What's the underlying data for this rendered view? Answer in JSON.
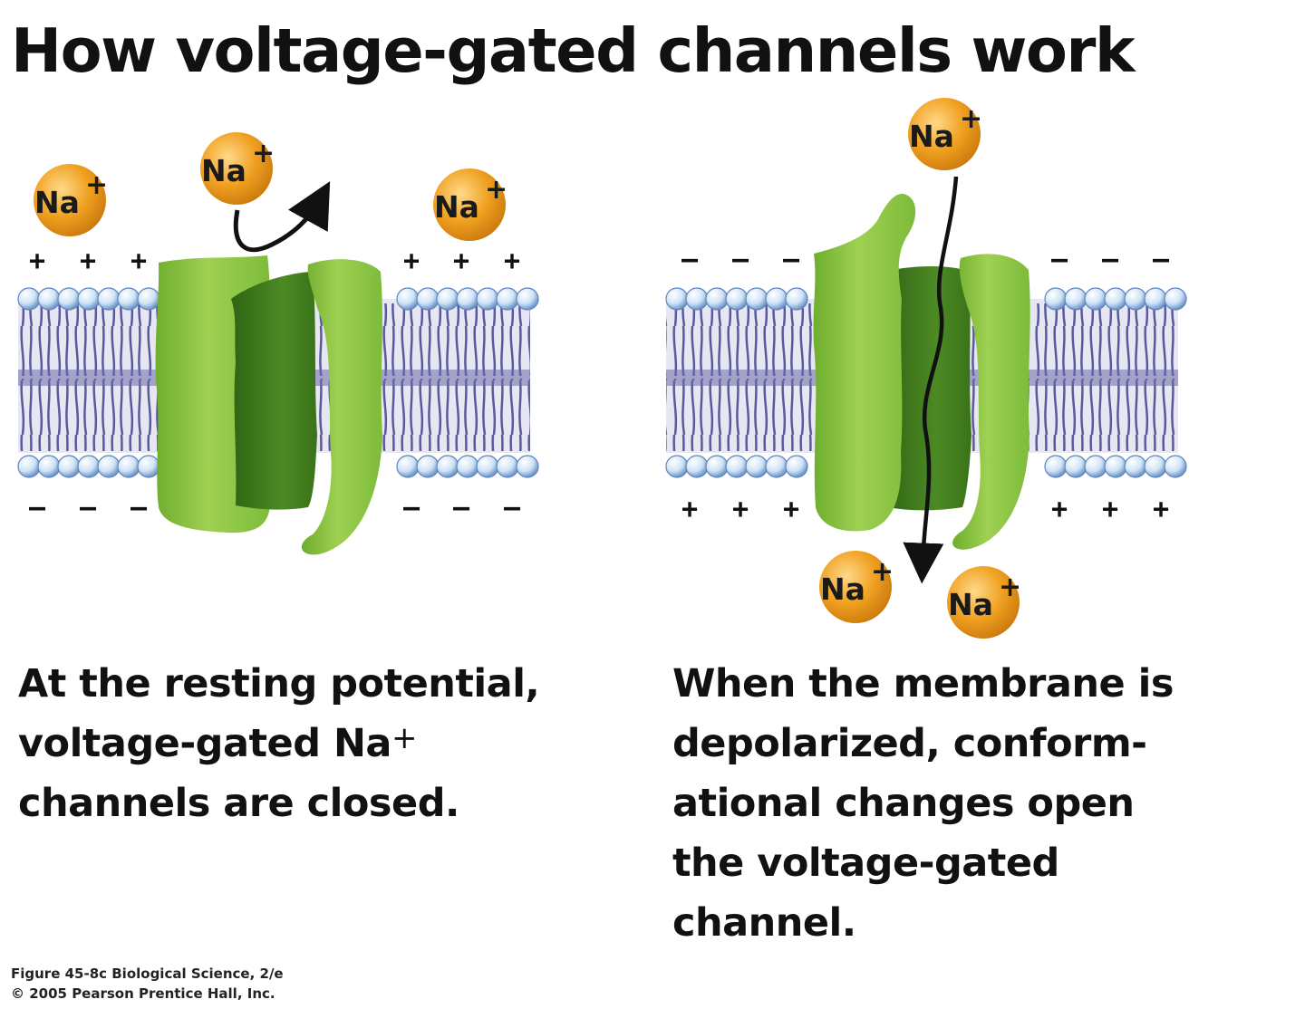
{
  "title": "How voltage-gated channels work",
  "ion_label": "Na",
  "ion_charge": "+",
  "panels": {
    "resting": {
      "caption_lines": [
        "At the resting potential,",
        "voltage-gated Na",
        "channels are closed."
      ],
      "caption_superscript": "+",
      "outside_sign": "+",
      "inside_sign": "–"
    },
    "depolarized": {
      "caption_lines": [
        "When the membrane is",
        "depolarized, conform-",
        "ational changes open",
        "the voltage-gated",
        "channel."
      ],
      "outside_sign": "–",
      "inside_sign": "+"
    }
  },
  "credit": {
    "line1": "Figure 45-8c  Biological Science, 2/e",
    "line2": "© 2005 Pearson Prentice Hall, Inc."
  },
  "colors": {
    "ion": "#f0a020",
    "channel_light": "#8cc63f",
    "channel_dark": "#3f7a1c",
    "phospholipid_head": "#cfe3f7",
    "phospholipid_tail": "#5a5a9a"
  }
}
